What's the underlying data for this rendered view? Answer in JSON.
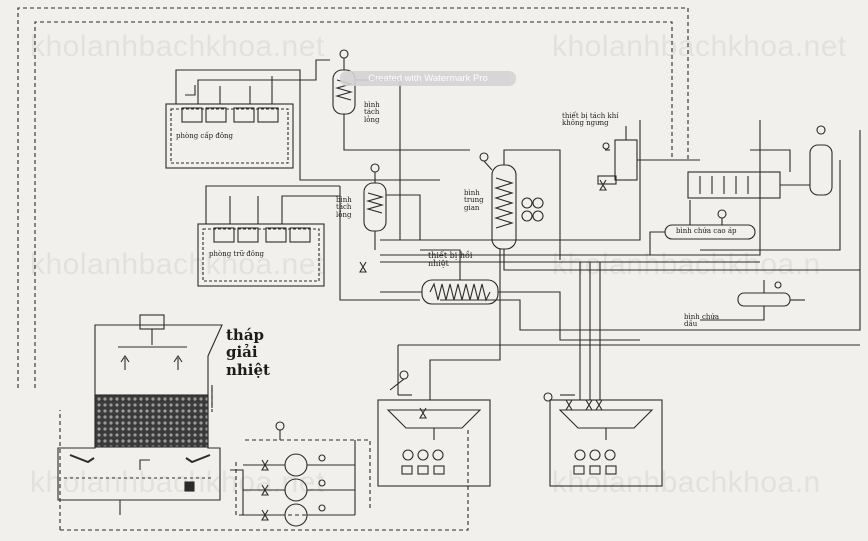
{
  "watermarks": {
    "w1": "kholanhbachkhoa.net",
    "w2": "kholanhbachkhoa.net",
    "w3": "kholanhbachkhoa.net",
    "w4": "kholanhbachkhoa.n",
    "w5": "kholanhbachkhoa.net",
    "w6": "kholanhbachkhoa.n"
  },
  "banner": "Created with Watermark Pro",
  "labels": {
    "phong_cap_dong": "phòng cấp đông",
    "phong_tru_dong": "phòng trữ đông",
    "binh_tach_long_1": [
      "bình",
      "tách",
      "lỏng"
    ],
    "binh_tach_long_2": [
      "bình",
      "tách",
      "lỏng"
    ],
    "binh_trung_gian": [
      "bình",
      "trung",
      "gian"
    ],
    "thiet_bi_hoi_nhiet": [
      "thiết bị hồi",
      "nhiệt"
    ],
    "thiet_bi_tach_khi": [
      "thiết bị tách khí",
      "không ngưng"
    ],
    "binh_chua_cao_ap": "bình chứa cao áp",
    "binh_chua_dau": [
      "bình chứa",
      "dầu"
    ],
    "thap_giai_nhiet": [
      "tháp",
      "giải",
      "nhiệt"
    ]
  },
  "colors": {
    "background": "#f1f0ec",
    "line": "#2b2b2b"
  }
}
